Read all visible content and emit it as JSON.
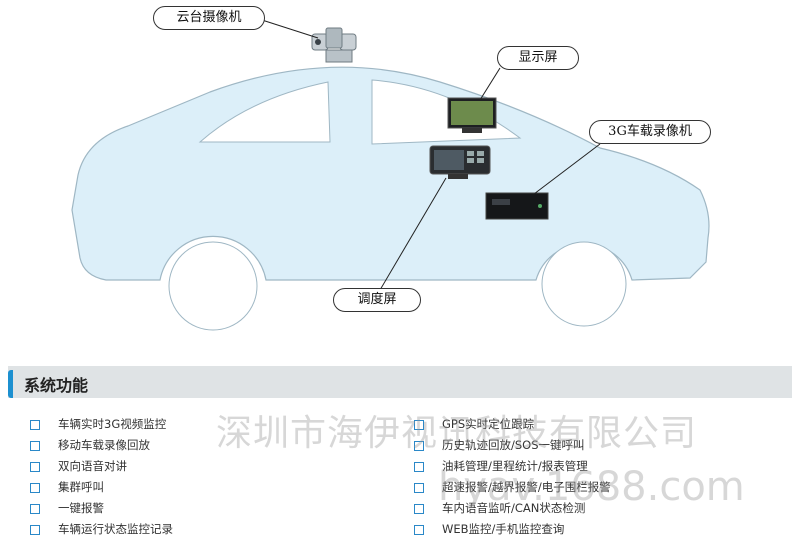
{
  "callouts": {
    "ptz_camera": "云台摄像机",
    "display": "显示屏",
    "dvr": "3G车载录像机",
    "dispatch": "调度屏"
  },
  "section": {
    "title": "系统功能"
  },
  "features_left": [
    "车辆实时3G视频监控",
    "移动车载录像回放",
    "双向语音对讲",
    "集群呼叫",
    "一键报警",
    "车辆运行状态监控记录"
  ],
  "features_right": [
    "GPS实时定位跟踪",
    "历史轨迹回放/SOS一键呼叫",
    "油耗管理/里程统计/报表管理",
    "超速报警/越界报警/电子围栏报警",
    "车内语音监听/CAN状态检测",
    "WEB监控/手机监控查询"
  ],
  "watermark": {
    "company": "深圳市海伊视讯科技有限公司",
    "site": "hyav.1688.com"
  },
  "colors": {
    "car_fill": "#dceff9",
    "accent": "#1c90d0",
    "section_bg": "#dfe3e5"
  }
}
